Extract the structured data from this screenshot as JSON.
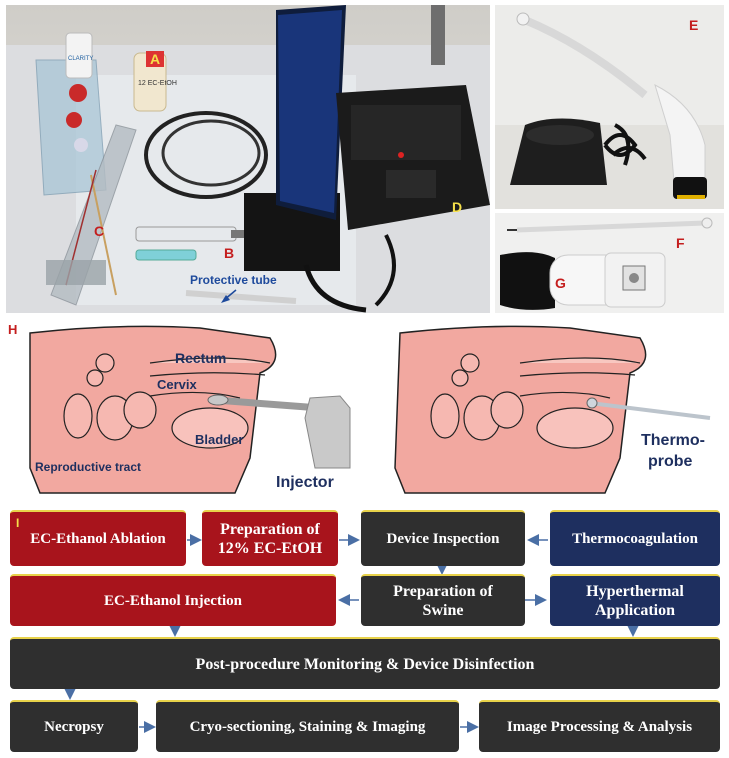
{
  "photos": {
    "main": {
      "labels": {
        "A": "A",
        "B": "B",
        "C": "C",
        "D": "D"
      },
      "protective_tube": "Protective tube",
      "bottle_text": "CLARITY",
      "tube_label": "12 EC-EtOH"
    },
    "top_right": {
      "label": "E"
    },
    "bottom_right": {
      "labels": {
        "F": "F",
        "G": "G"
      }
    }
  },
  "anatomy": {
    "panel_label": "H",
    "left": {
      "rectum": "Rectum",
      "cervix": "Cervix",
      "bladder": "Bladder",
      "reproductive_tract": "Reproductive tract",
      "injector": "Injector"
    },
    "right": {
      "thermoprobe_line1": "Thermo-",
      "thermoprobe_line2": "probe"
    }
  },
  "flowchart": {
    "panel_label": "I",
    "boxes": {
      "ec_ablation": "EC-Ethanol Ablation",
      "prep_ec_line1": "Preparation of",
      "prep_ec_line2": "12% EC-EtOH",
      "device_inspection": "Device Inspection",
      "thermocoagulation": "Thermocoagulation",
      "ec_injection": "EC-Ethanol Injection",
      "prep_swine_line1": "Preparation of",
      "prep_swine_line2": "Swine",
      "hyperthermal_line1": "Hyperthermal",
      "hyperthermal_line2": "Application",
      "monitoring": "Post-procedure Monitoring & Device Disinfection",
      "necropsy": "Necropsy",
      "cryo": "Cryo-sectioning, Staining & Imaging",
      "image_processing": "Image Processing & Analysis"
    },
    "colors": {
      "red": "#a8141c",
      "dark": "#2f2f2f",
      "blue": "#1e2f5f",
      "arrow": "#4a6fa5"
    }
  }
}
